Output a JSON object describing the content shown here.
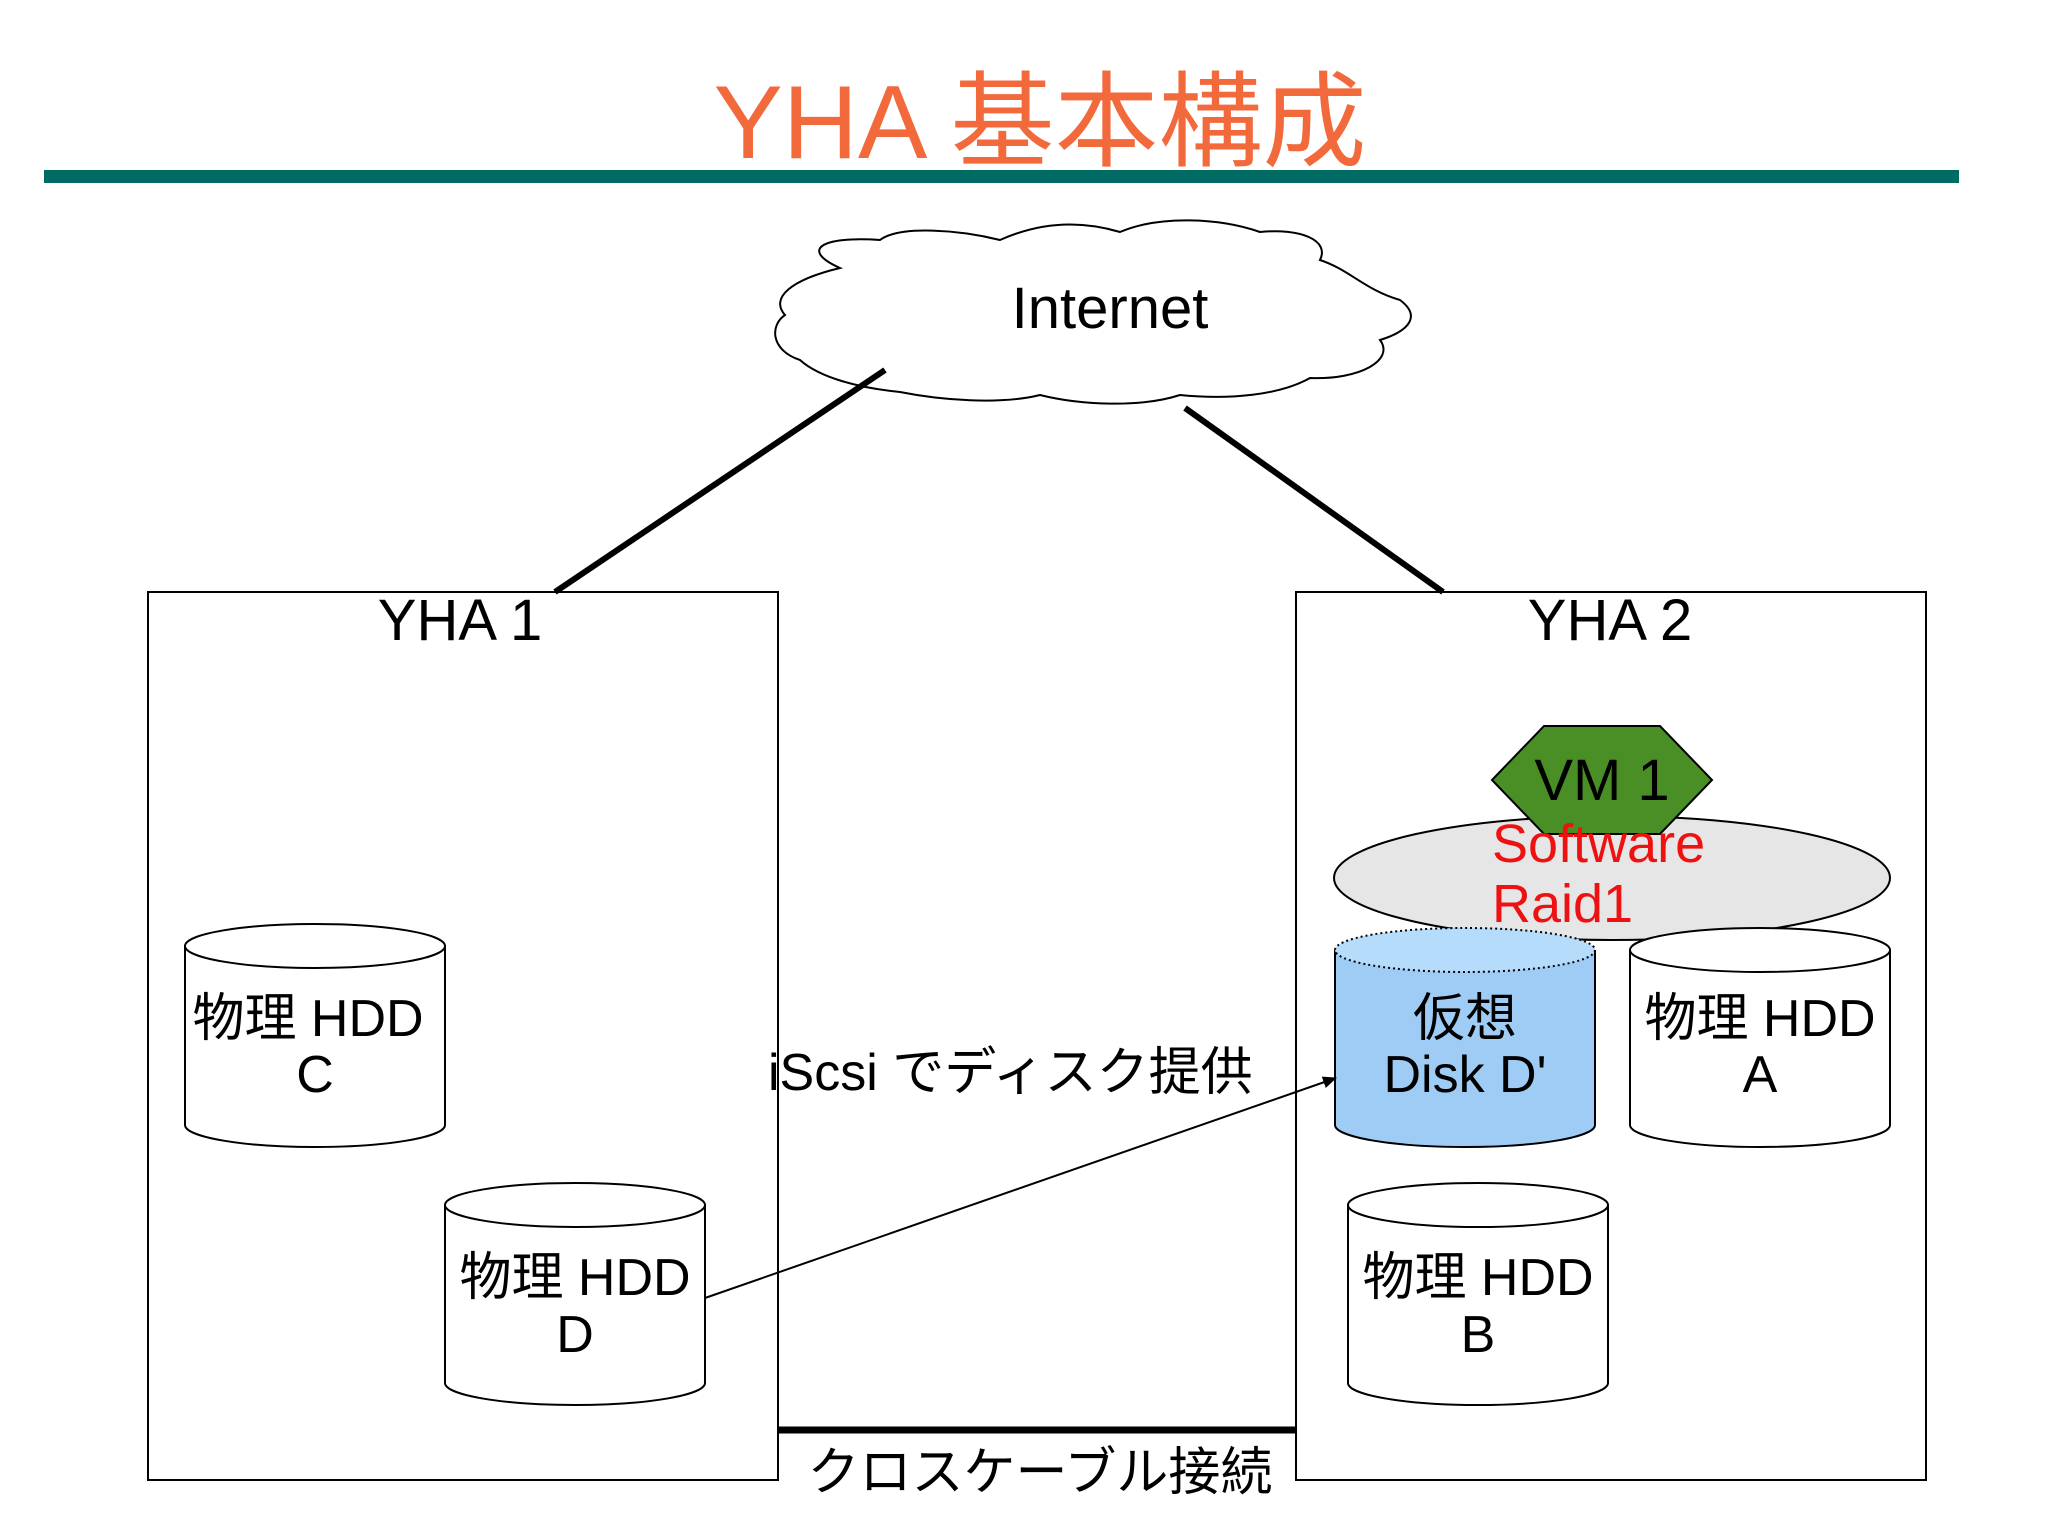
{
  "slide": {
    "title": "YHA 基本構成"
  },
  "colors": {
    "title": "#f26a3c",
    "rule": "#006b63",
    "vm_fill": "#4a8f25",
    "raid_fill": "#e6e6e6",
    "raid_text": "#ee1111",
    "virtual_disk_fill": "#9fccf5",
    "virtual_disk_top": "#b5dcfa",
    "line": "#000000"
  },
  "network": {
    "cloud_label": "Internet"
  },
  "servers": [
    {
      "label": "YHA 1"
    },
    {
      "label": "YHA 2"
    }
  ],
  "disks": {
    "c": {
      "line1": "物理 HDD",
      "line2": "C"
    },
    "d": {
      "line1": "物理 HDD",
      "line2": "D"
    },
    "a": {
      "line1": "物理 HDD",
      "line2": "A"
    },
    "b": {
      "line1": "物理 HDD",
      "line2": "B"
    },
    "virtual": {
      "line1": "仮想",
      "line2": "Disk D'"
    }
  },
  "vm": {
    "label": "VM 1"
  },
  "raid": {
    "line1": "Software",
    "line2": "Raid1"
  },
  "links": {
    "iscsi": "iScsi でディスク提供",
    "cross_cable": "クロスケーブル接続"
  }
}
